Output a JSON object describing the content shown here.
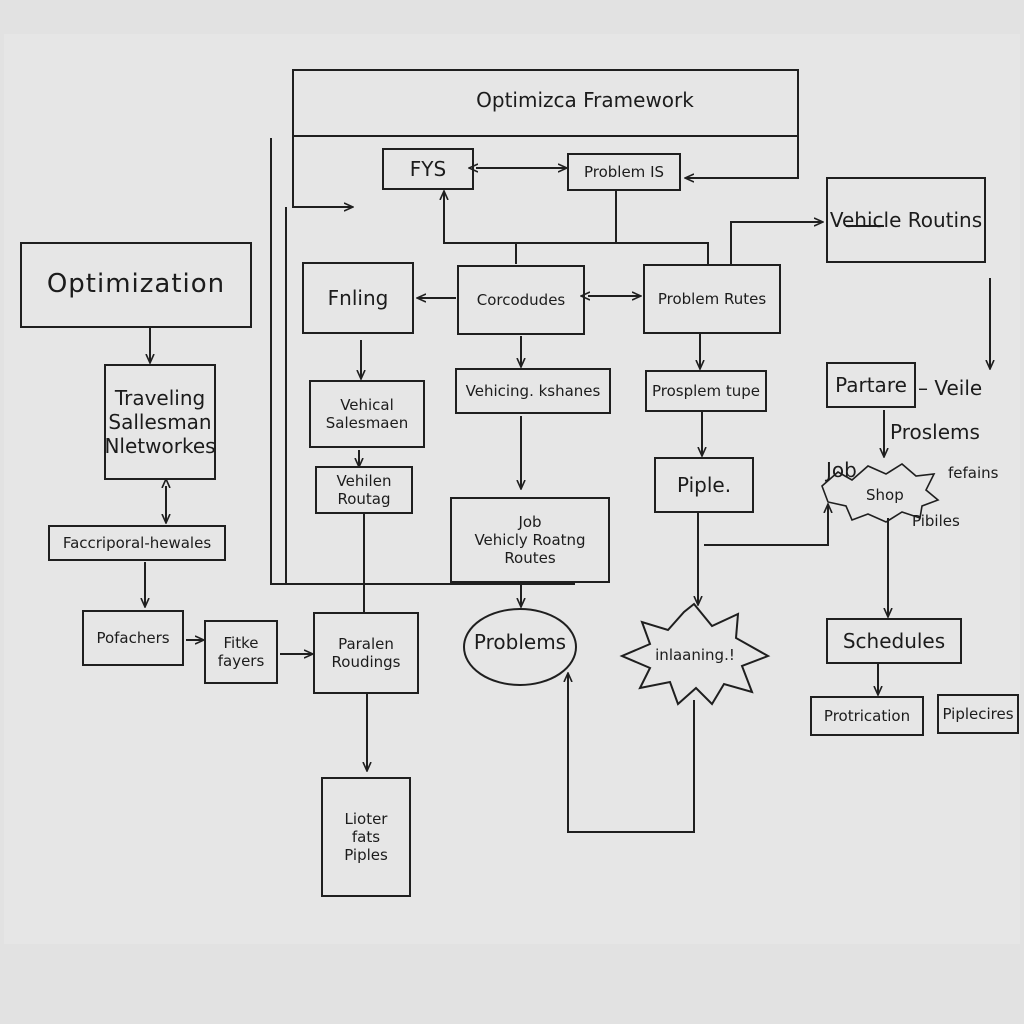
{
  "diagram": {
    "frame_title": "Optimizca Framework",
    "boxes": {
      "fys": "FYS",
      "problem_is": "Problem IS",
      "vehicle_routing_top": "Vehicle Routins",
      "optimization": "Optimization",
      "fnling": "Fnling",
      "corecoduoles": "Corcodudes",
      "problem_rutes": "Problem Rutes",
      "traveling_sallesman": "Traveling\nSallesman\nNletworkes",
      "vehical_salesman": "Vehical\nSalesmaen",
      "vehicing_kshanes": "Vehicing. kshanes",
      "prosplem_tupe": "Prosplem tupe",
      "partare": "Partare",
      "vehilen_routag": "Vehilen\nRoutag",
      "piple": "Piple.",
      "job_vehicly": "Job\nVehicly Roatng\nRoutes",
      "facciporal": "Faccriporal-hewales",
      "pofachers": "Pofachers",
      "fitke_fayers": "Fitke\nfayers",
      "paralen_roudings": "Paralen\nRoudings",
      "problems_oval": "Problems",
      "inlaaning": "inlaaning.!",
      "schedules": "Schedules",
      "protrication": "Protrication",
      "piplecires": "Piplecires",
      "lioter_fats": "Lioter\nfats\nPiples"
    },
    "labels": {
      "veile": "– Veile",
      "proslems": "Proslems",
      "job": "Job",
      "shop": "Shop",
      "fefains": "fefains",
      "pibiles": "Pibiles"
    }
  }
}
